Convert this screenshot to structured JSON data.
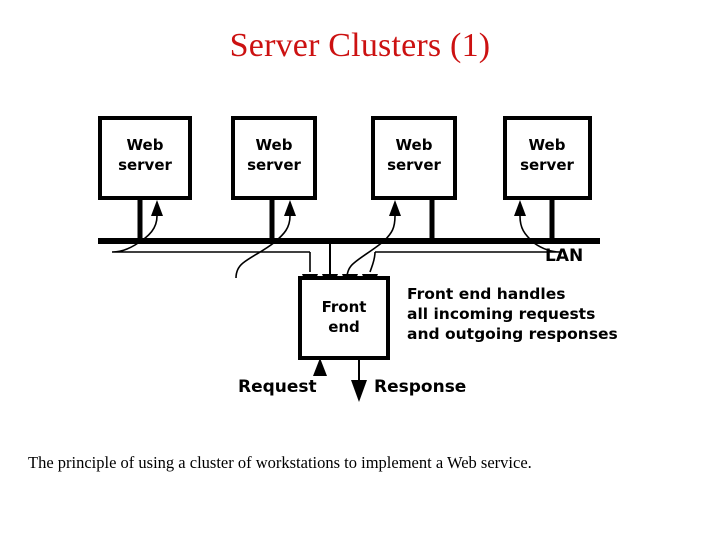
{
  "slide": {
    "title": "Server Clusters (1)",
    "title_color": "#cc1111",
    "caption": "The principle of using a cluster of workstations to implement a Web service.",
    "background_color": "#ffffff",
    "line_color": "#000000"
  },
  "diagram": {
    "servers": [
      {
        "line1": "Web",
        "line2": "server"
      },
      {
        "line1": "Web",
        "line2": "server"
      },
      {
        "line1": "Web",
        "line2": "server"
      },
      {
        "line1": "Web",
        "line2": "server"
      }
    ],
    "network_label": "LAN",
    "front_end": {
      "line1": "Front",
      "line2": "end"
    },
    "note": [
      "Front end handles",
      "all incoming requests",
      "and outgoing responses"
    ],
    "io": {
      "request_label": "Request",
      "response_label": "Response"
    }
  }
}
